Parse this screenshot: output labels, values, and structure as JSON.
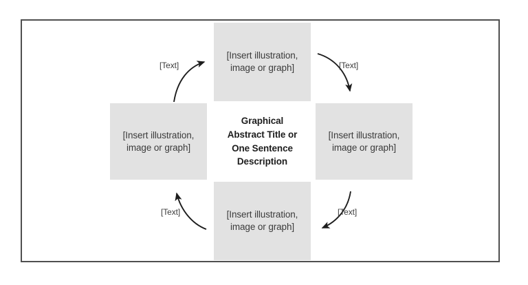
{
  "figure": {
    "type": "graphical-abstract-template",
    "frame": {
      "border_color": "#4f4f4f",
      "background_color": "#ffffff"
    },
    "center": {
      "title_line_1": "Graphical",
      "title_line_2": "Abstract Title or",
      "title_line_3": "One Sentence",
      "title_line_4": "Description",
      "title_full": "Graphical Abstract Title or One Sentence Description",
      "bold": true,
      "text_color": "#1d1d1d"
    },
    "placeholder_boxes": [
      {
        "id": "top",
        "position": "top",
        "line_1": "[Insert illustration,",
        "line_2": "image or graph]",
        "fill_color": "#e2e2e2",
        "text_color": "#3b3b3b"
      },
      {
        "id": "right",
        "position": "right",
        "line_1": "[Insert illustration,",
        "line_2": "image or graph]",
        "fill_color": "#e2e2e2",
        "text_color": "#3b3b3b"
      },
      {
        "id": "bottom",
        "position": "bottom",
        "line_1": "[Insert illustration,",
        "line_2": "image or graph]",
        "fill_color": "#e2e2e2",
        "text_color": "#3b3b3b"
      },
      {
        "id": "left",
        "position": "left",
        "line_1": "[Insert illustration,",
        "line_2": "image or graph]",
        "fill_color": "#e2e2e2",
        "text_color": "#3b3b3b"
      }
    ],
    "connectors": [
      {
        "id": "top-right",
        "label": "[Text]",
        "from": "top",
        "to": "right",
        "direction": "clockwise",
        "arrow_color": "#1d1d1d"
      },
      {
        "id": "bottom-right",
        "label": "[Text]",
        "from": "right",
        "to": "bottom",
        "direction": "clockwise",
        "arrow_color": "#1d1d1d"
      },
      {
        "id": "bottom-left",
        "label": "[Text]",
        "from": "bottom",
        "to": "left",
        "direction": "clockwise",
        "arrow_color": "#1d1d1d"
      },
      {
        "id": "top-left",
        "label": "[Text]",
        "from": "left",
        "to": "top",
        "direction": "clockwise",
        "arrow_color": "#1d1d1d"
      }
    ]
  }
}
